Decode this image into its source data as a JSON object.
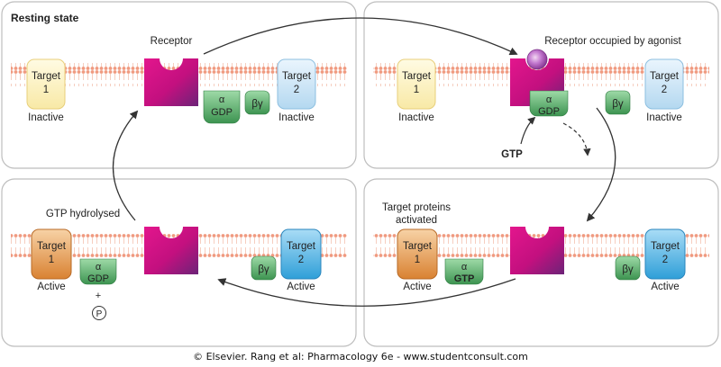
{
  "title": "Resting state",
  "panels": {
    "resting": {
      "receptor_label": "Receptor",
      "target1": {
        "name": "Target",
        "number": "1",
        "status": "Inactive"
      },
      "target2": {
        "name": "Target",
        "number": "2",
        "status": "Inactive"
      },
      "alpha": {
        "symbol": "α",
        "nucleotide": "GDP"
      },
      "beta_gamma": "βγ"
    },
    "occupied": {
      "receptor_label": "Receptor occupied by agonist",
      "target1": {
        "name": "Target",
        "number": "1",
        "status": "Inactive"
      },
      "target2": {
        "name": "Target",
        "number": "2",
        "status": "Inactive"
      },
      "alpha": {
        "symbol": "α",
        "nucleotide": "GDP"
      },
      "beta_gamma": "βγ",
      "gtp_label": "GTP"
    },
    "activated": {
      "caption_line1": "Target proteins",
      "caption_line2": "activated",
      "target1": {
        "name": "Target",
        "number": "1",
        "status": "Active"
      },
      "target2": {
        "name": "Target",
        "number": "2",
        "status": "Active"
      },
      "alpha": {
        "symbol": "α",
        "nucleotide": "GTP"
      },
      "beta_gamma": "βγ"
    },
    "hydrolysed": {
      "caption": "GTP hydrolysed",
      "target1": {
        "name": "Target",
        "number": "1",
        "status": "Active"
      },
      "target2": {
        "name": "Target",
        "number": "2",
        "status": "Active"
      },
      "alpha": {
        "symbol": "α",
        "nucleotide": "GDP"
      },
      "plus": "+",
      "phosphate": "P",
      "beta_gamma": "βγ"
    }
  },
  "credit": "© Elsevier. Rang et al: Pharmacology 6e - www.studentconsult.com",
  "colors": {
    "receptor": "#c8107e",
    "receptor_dark": "#7a1f7a",
    "g_green": "#3f9a55",
    "g_green_light": "#8fd09a",
    "target_inactive_yellow": "#fbf0bf",
    "target_inactive_blue": "#cce4f5",
    "target_active_orange": "#e99a52",
    "target_active_blue": "#4fb2e3",
    "membrane": "#f4b49a",
    "panel_border": "#bdbdbd",
    "arrow": "#333333"
  }
}
